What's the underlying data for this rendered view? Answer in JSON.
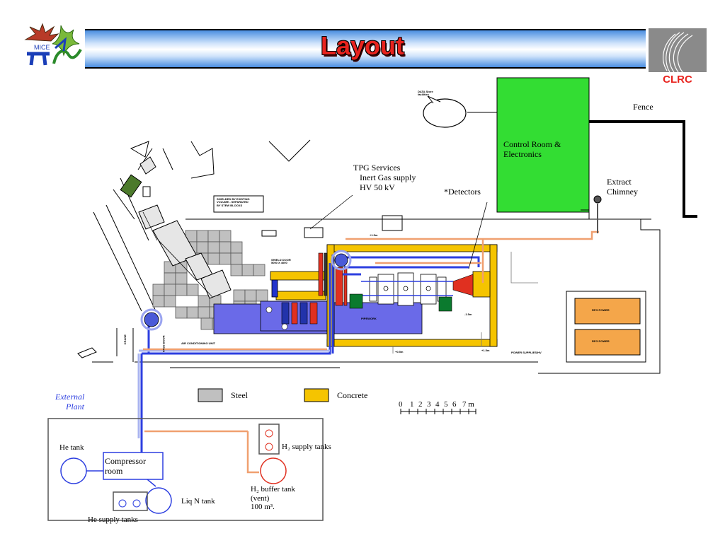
{
  "header": {
    "title": "Layout",
    "left_logo_text": "MICE",
    "right_logo_text": "CLRC"
  },
  "labels": {
    "fence": "Fence",
    "control_room": "Control Room &\nElectronics",
    "tpg_services": "TPG Services\n   Inert Gas supply\n   HV 50 kV",
    "detectors": "*Detectors",
    "extract_chimney": "Extract\nChimney",
    "external_plant": "External\n     Plant",
    "he_tank": "He tank",
    "compressor_room": "Compressor\nroom",
    "liq_n_tank": "Liq N tank",
    "he_supply_tanks": "He supply tanks",
    "h2_supply_tanks": "H₂ supply tanks",
    "h2_buffer_tank": "H₂ buffer tank\n(vent)\n100 m³."
  },
  "legend": {
    "steel_label": "Steel",
    "concrete_label": "Concrete",
    "steel_color": "#c0c0c0",
    "concrete_color": "#f5c400"
  },
  "scale_bar": {
    "ticks": [
      "0",
      "1",
      "2",
      "3",
      "4",
      "5",
      "6",
      "7 m"
    ]
  },
  "small_labels": {
    "data_store": "DATA Store\nfacilities",
    "shielded_area": "SHIELDED BY EXISTING\nVOLUME - SEPARATED\nBY STEW BLOCKS",
    "shield_door": "SHIELD DOOR\n5000 X 4000",
    "crane": "CRANE",
    "pass_door": "PASS DOOR",
    "air_conditioning": "AIR CONDITIONING UNIT",
    "power_supplies": "POWER SUPPLIES/HV",
    "rfg_a": "RFG POWER",
    "rfg_b": "RFG POWER",
    "tr_label": "+1.5m",
    "step_a": "+0.5m",
    "step_b": "+1.5m",
    "step_c": "-1.5m",
    "blue_block": "PIPEWORK"
  },
  "colors": {
    "green_room": "#33dd33",
    "concrete": "#f5c400",
    "steel": "#c0c0c0",
    "blue_pipe": "#2d3fe0",
    "orange_pipe": "#f0a070",
    "red": "#e03020",
    "dark_green": "#0b7a2e",
    "orange_box": "#f4a64a"
  },
  "icons": [
    "mice-logo-icon",
    "clrc-logo-icon"
  ]
}
